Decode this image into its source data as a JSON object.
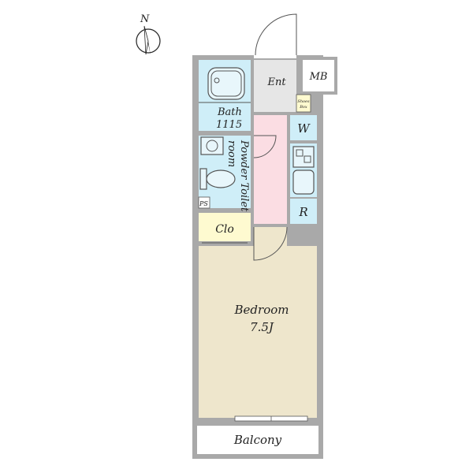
{
  "compass": {
    "label": "N",
    "icon": "north-arrow-icon"
  },
  "rooms": {
    "entrance": "Ent",
    "meter_box": "MB",
    "shoe_box_line1": "Shoes",
    "shoe_box_line2": "Box",
    "bath": "Bath",
    "bath_size": "1115",
    "powder_toilet_line1": "Powder Toilet",
    "powder_toilet_line2": "room",
    "washer": "W",
    "refrigerator": "R",
    "pipe_space": "PS",
    "closet": "Clo",
    "bedroom": "Bedroom",
    "bedroom_size": "7.5J",
    "balcony": "Balcony"
  },
  "colors": {
    "wet_area": "#cfeef8",
    "hallway": "#fbdde3",
    "closet": "#fefad0",
    "bedroom": "#eee6cc",
    "entrance": "#e6e6e6",
    "wall": "#a9a9a9"
  }
}
